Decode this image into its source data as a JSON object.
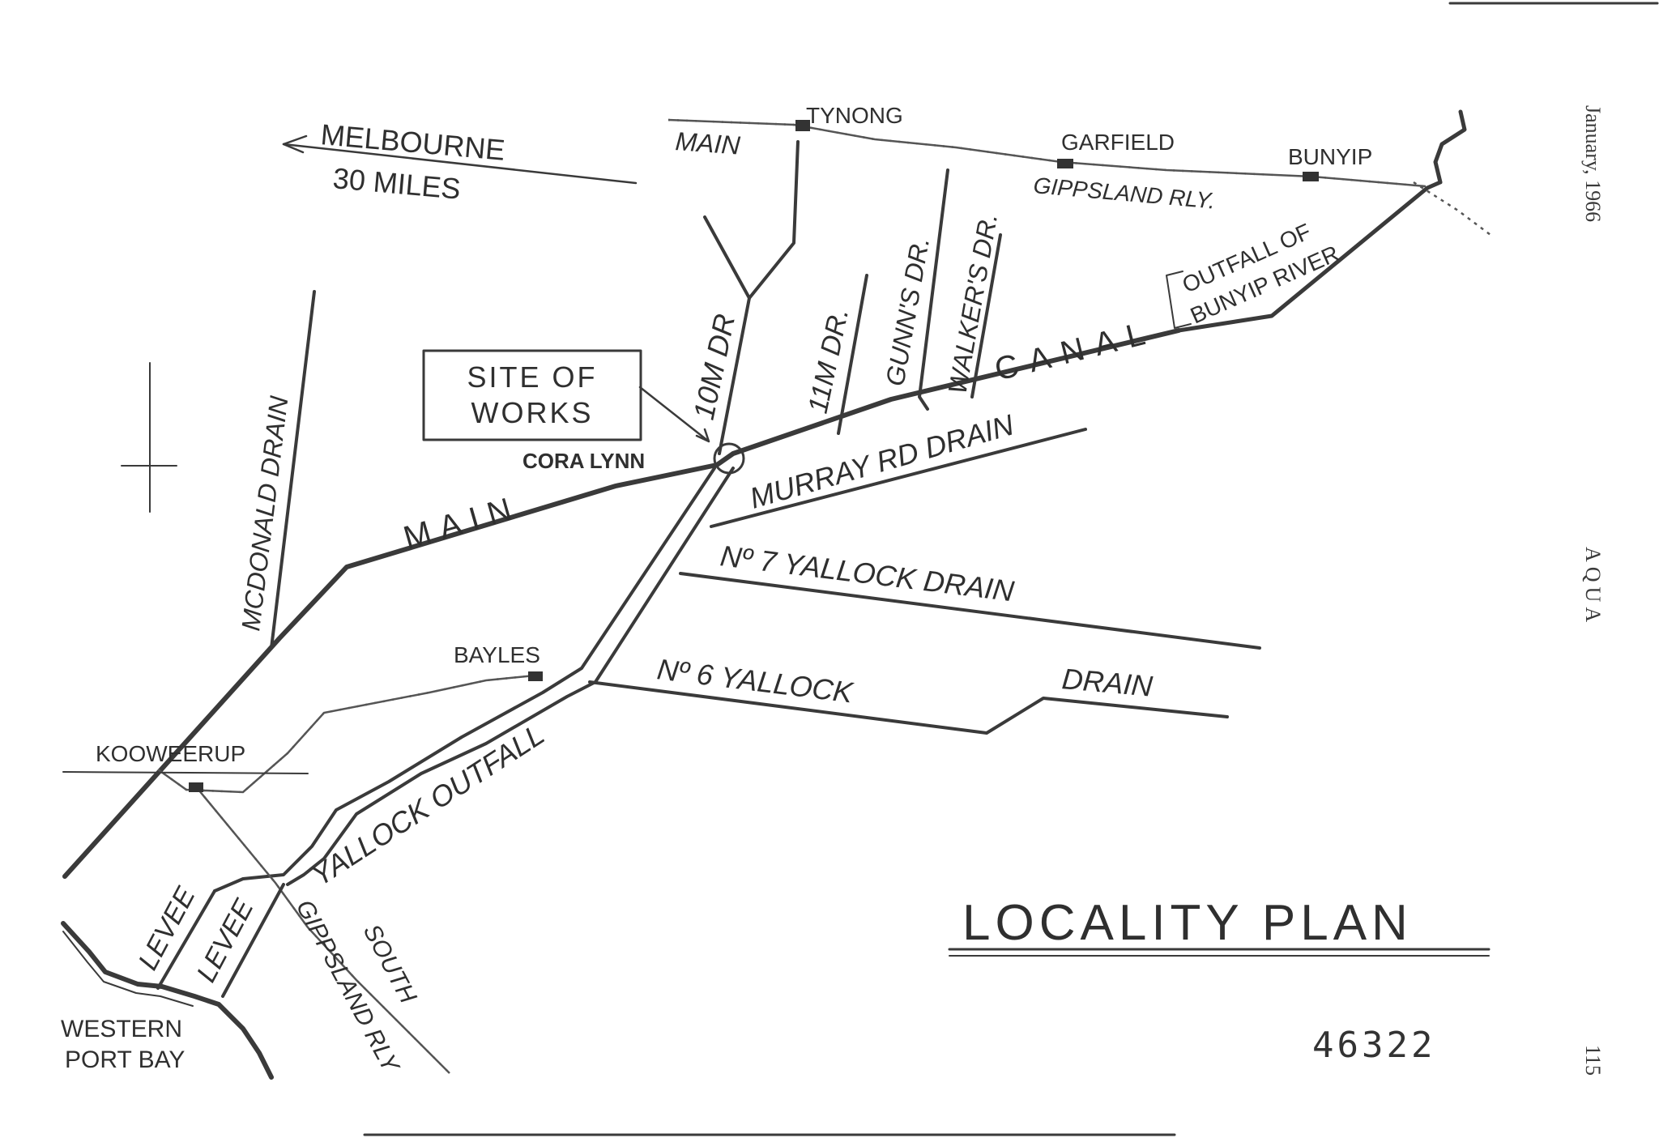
{
  "map": {
    "title": "LOCALITY PLAN",
    "drawing_number": "46322",
    "direction": {
      "line1": "MELBOURNE",
      "line2": "30 MILES"
    },
    "site_box": {
      "line1": "SITE OF",
      "line2": "WORKS"
    },
    "places": {
      "tynong": "TYNONG",
      "garfield": "GARFIELD",
      "bunyip": "BUNYIP",
      "cora_lynn": "CORA LYNN",
      "bayles": "BAYLES",
      "kooweerup": "KOOWEERUP",
      "western_port_line1": "WESTERN",
      "western_port_line2": "PORT BAY"
    },
    "railways": {
      "main_part": "MAIN",
      "gippsland_rly": "GIPPSLAND RLY.",
      "south_part": "SOUTH",
      "south_gippsland_rly": "GIPPSLAND RLY"
    },
    "drains": {
      "mcdonald": "MCDONALD DRAIN",
      "ten_mile": "10M DR",
      "eleven_mile": "11M DR.",
      "gunns": "GUNN'S DR.",
      "walkers": "WALKER'S DR.",
      "main_canal_left": "MAIN",
      "main_canal_right": "CANAL",
      "murray_rd": "MURRAY RD DRAIN",
      "no7_yallock": "Nº 7 YALLOCK DRAIN",
      "no6_yallock": "Nº 6 YALLOCK",
      "no6_drain": "DRAIN",
      "yallock_outfall": "YALLOCK OUTFALL",
      "outfall_bunyip_line1": "OUTFALL OF",
      "outfall_bunyip_line2": "BUNYIP RIVER",
      "levee_1": "LEVEE",
      "levee_2": "LEVEE"
    }
  },
  "margin": {
    "date": "January, 1966",
    "journal": "AQUA",
    "page": "115"
  }
}
